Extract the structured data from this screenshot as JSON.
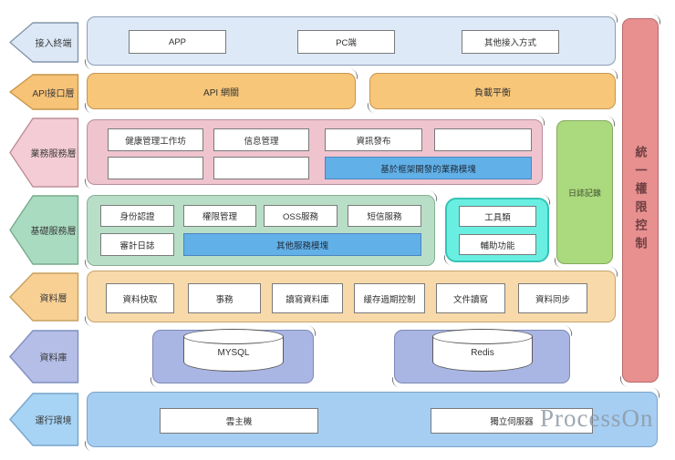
{
  "watermark": "ProcessOn",
  "right_bar": {
    "label": "統一權限控制",
    "color": "#e88f8f"
  },
  "log_box": {
    "label": "日誌記錄",
    "color": "#abd97e"
  },
  "arrows": {
    "access": "接入終端",
    "api": "API接口層",
    "business": "業務服務層",
    "foundation": "基礎服務層",
    "data": "資料層",
    "database": "資料庫",
    "runtime": "運行環境"
  },
  "access": {
    "boxes": [
      "APP",
      "PC端",
      "其他接入方式"
    ]
  },
  "api": {
    "gateway": "API 網關",
    "load_balance": "負載平衡"
  },
  "business": {
    "row1": [
      "健康管理工作坊",
      "信息管理",
      "資訊發布"
    ],
    "module": "基於框架開發的業務模塊"
  },
  "foundation": {
    "row1": [
      "身份認證",
      "權限管理",
      "OSS服務",
      "短信服務"
    ],
    "audit": "審計日誌",
    "module": "其他服務模塊",
    "tools": [
      "工具類",
      "輔助功能"
    ]
  },
  "data_layer": {
    "boxes": [
      "資料快取",
      "事務",
      "讀寫資料庫",
      "緩存過期控制",
      "文件讀寫",
      "資料同步"
    ]
  },
  "database": {
    "cylinders": [
      "MYSQL",
      "Redis"
    ]
  },
  "runtime": {
    "boxes": [
      "雲主機",
      "獨立伺服器"
    ]
  },
  "colors": {
    "access_band": "#dde9f7",
    "api_band": "#f7c678",
    "business_band": "#efc4ce",
    "foundation_band": "#b9dec7",
    "tools_box": "#69efe2",
    "data_band": "#f8d9a9",
    "database_band": "#a9b6e4",
    "runtime_band": "#a6cef2",
    "module_blue": "#62b0e8"
  }
}
